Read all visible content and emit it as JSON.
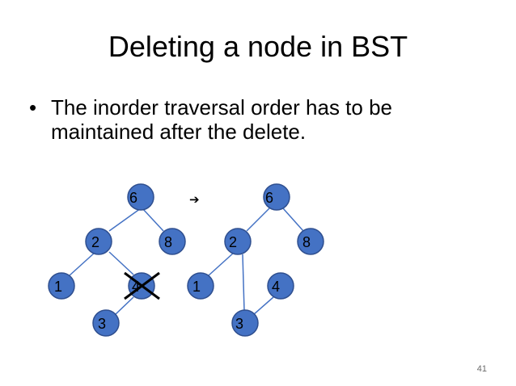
{
  "slide": {
    "title": "Deleting a node in BST",
    "bullet": "The inorder traversal order has to be maintained after the delete.",
    "page_number": "41"
  },
  "diagram": {
    "arrow_symbol": "➔",
    "node_fill": "#4472C4",
    "node_stroke": "#2F4F8F",
    "before_tree": {
      "nodes": [
        {
          "id": "b6",
          "label": "6"
        },
        {
          "id": "b2",
          "label": "2"
        },
        {
          "id": "b8",
          "label": "8"
        },
        {
          "id": "b1",
          "label": "1"
        },
        {
          "id": "b4",
          "label": "4",
          "crossed_out": true
        },
        {
          "id": "b3",
          "label": "3"
        }
      ]
    },
    "after_tree": {
      "nodes": [
        {
          "id": "a6",
          "label": "6"
        },
        {
          "id": "a2",
          "label": "2"
        },
        {
          "id": "a8",
          "label": "8"
        },
        {
          "id": "a1",
          "label": "1"
        },
        {
          "id": "a4",
          "label": "4"
        },
        {
          "id": "a3",
          "label": "3"
        }
      ]
    }
  }
}
